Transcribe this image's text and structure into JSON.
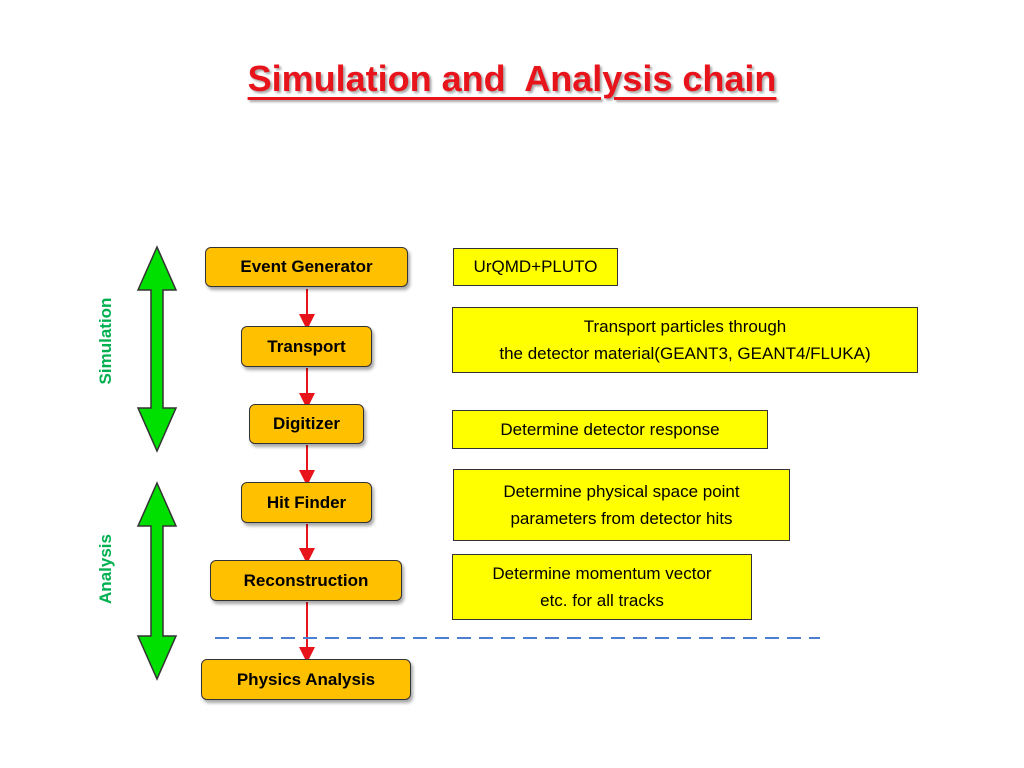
{
  "title": "Simulation and  Analysis chain",
  "stages": [
    {
      "label": "Event Generator"
    },
    {
      "label": "Transport"
    },
    {
      "label": "Digitizer"
    },
    {
      "label": "Hit Finder"
    },
    {
      "label": "Reconstruction"
    },
    {
      "label": "Physics Analysis"
    }
  ],
  "descriptions": [
    {
      "text": "UrQMD+PLUTO"
    },
    {
      "text": "Transport particles through\nthe detector material(GEANT3, GEANT4/FLUKA)"
    },
    {
      "text": "Determine detector response"
    },
    {
      "text": "Determine physical space point\nparameters from detector hits"
    },
    {
      "text": "Determine momentum vector\netc. for all tracks"
    }
  ],
  "side_labels": {
    "simulation": "Simulation",
    "analysis": "Analysis"
  },
  "colors": {
    "title": "#e8141b",
    "stage_fill": "#ffc000",
    "desc_fill": "#ffff00",
    "connector": "#e8141b",
    "bracket_arrow": "#00e000",
    "side_label": "#00b050",
    "divider": "#4a7fd4"
  }
}
